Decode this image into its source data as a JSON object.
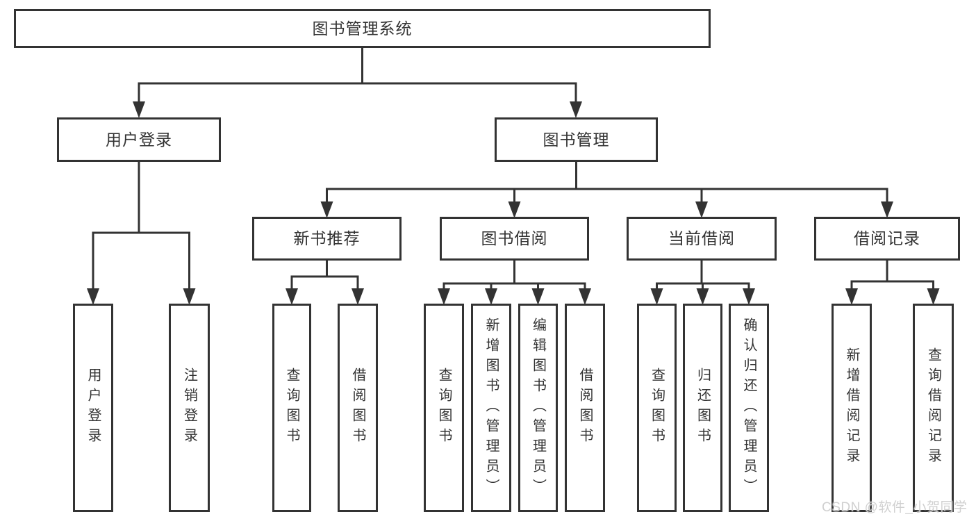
{
  "colors": {
    "line": "#333333",
    "box_border": "#333333",
    "box_fill": "#ffffff",
    "text": "#333333",
    "watermark": "#cecece"
  },
  "diagram": {
    "root": {
      "label": "图书管理系统"
    },
    "branches": [
      {
        "label": "用户登录",
        "children": [
          {
            "label": "用户登录"
          },
          {
            "label": "注销登录"
          }
        ]
      },
      {
        "label": "图书管理",
        "children": [
          {
            "label": "新书推荐",
            "children": [
              {
                "label": "查询图书"
              },
              {
                "label": "借阅图书"
              }
            ]
          },
          {
            "label": "图书借阅",
            "children": [
              {
                "label": "查询图书"
              },
              {
                "label": "新增图书（管理员）"
              },
              {
                "label": "编辑图书（管理员）"
              },
              {
                "label": "借阅图书"
              }
            ]
          },
          {
            "label": "当前借阅",
            "children": [
              {
                "label": "查询图书"
              },
              {
                "label": "归还图书"
              },
              {
                "label": "确认归还（管理员）"
              }
            ]
          },
          {
            "label": "借阅记录",
            "children": [
              {
                "label": "新增借阅记录"
              },
              {
                "label": "查询借阅记录"
              }
            ]
          }
        ]
      }
    ]
  },
  "watermark": {
    "text": "CSDN @软件_小贺同学"
  }
}
